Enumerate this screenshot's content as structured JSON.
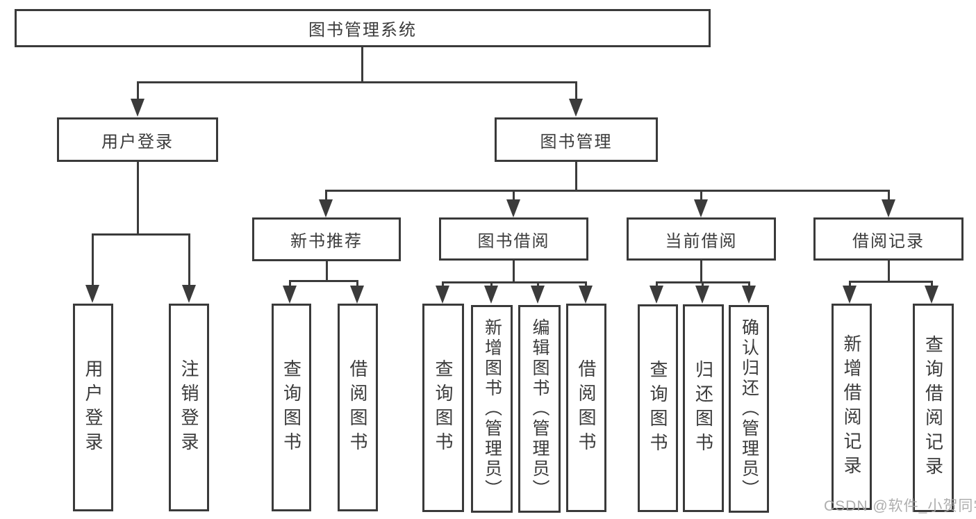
{
  "tree": {
    "label": "图书管理系统",
    "children": [
      {
        "label": "用户登录",
        "children": [
          {
            "label": "用户登录"
          },
          {
            "label": "注销登录"
          }
        ]
      },
      {
        "label": "图书管理",
        "children": [
          {
            "label": "新书推荐",
            "children": [
              {
                "label": "查询图书"
              },
              {
                "label": "借阅图书"
              }
            ]
          },
          {
            "label": "图书借阅",
            "children": [
              {
                "label": "查询图书"
              },
              {
                "label": "新增图书（管理员）"
              },
              {
                "label": "编辑图书（管理员）"
              },
              {
                "label": "借阅图书"
              }
            ]
          },
          {
            "label": "当前借阅",
            "children": [
              {
                "label": "查询图书"
              },
              {
                "label": "归还图书"
              },
              {
                "label": "确认归还（管理员）"
              }
            ]
          },
          {
            "label": "借阅记录",
            "children": [
              {
                "label": "新增借阅记录"
              },
              {
                "label": "查询借阅记录"
              }
            ]
          }
        ]
      }
    ]
  },
  "watermark": {
    "text": "CSDN @软件_小贺同学"
  },
  "colors": {
    "line": "#3b3b3b",
    "box_border": "#3a3a3a",
    "text": "#3b3b3b",
    "watermark": "#a5a5a5",
    "background": "#ffffff"
  }
}
